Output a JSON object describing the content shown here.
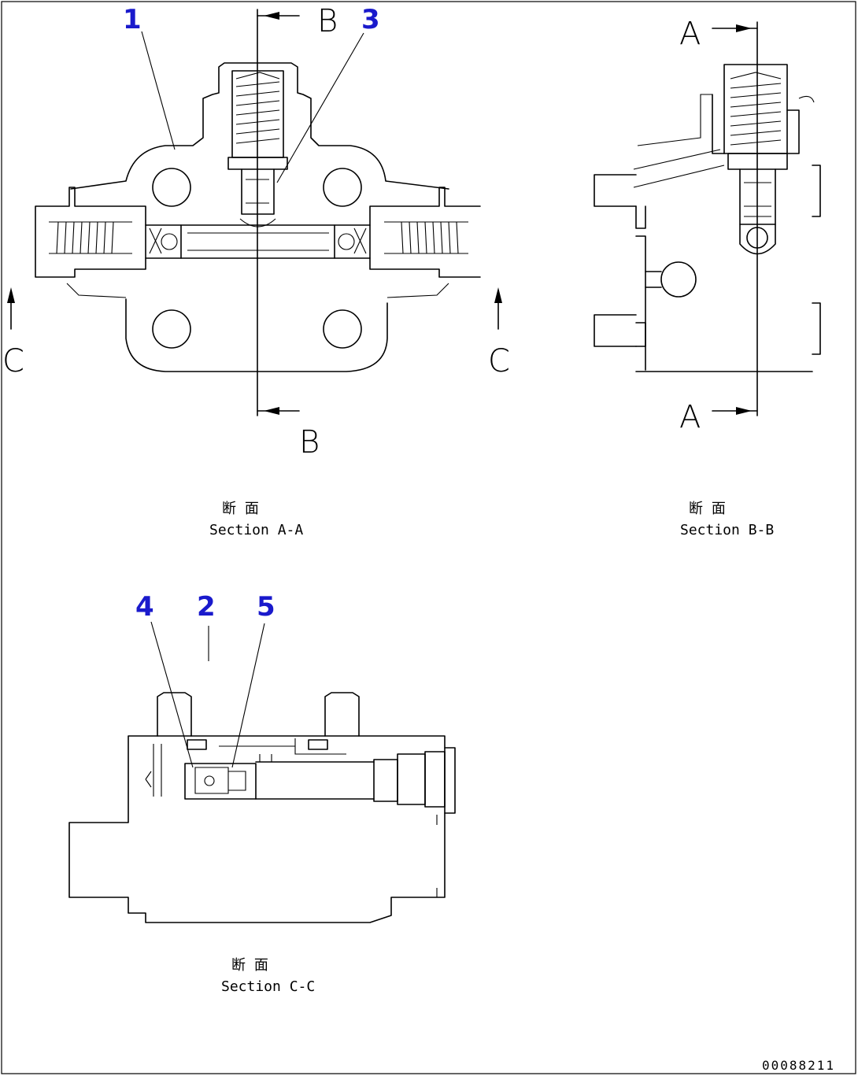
{
  "callouts": {
    "c1": "1",
    "c2": "2",
    "c3": "3",
    "c4": "4",
    "c5": "5"
  },
  "cutting_marks": {
    "a": "A",
    "b": "B",
    "c": "C"
  },
  "section_titles": {
    "aa_jp": "断 面",
    "aa_en": "Section A-A",
    "bb_jp": "断 面",
    "bb_en": "Section B-B",
    "cc_jp": "断 面",
    "cc_en": "Section C-C"
  },
  "drawing_code": "00088211"
}
